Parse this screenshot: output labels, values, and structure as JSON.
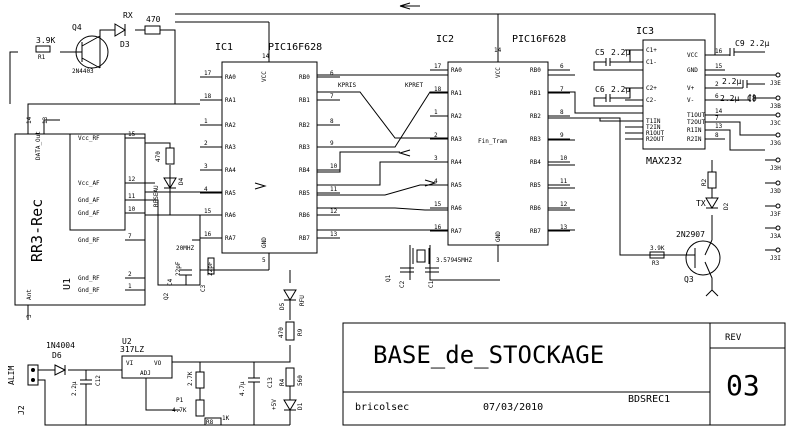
{
  "ic1": {
    "ref": "IC1",
    "part": "PIC16F628",
    "left": [
      [
        "17",
        "RA0"
      ],
      [
        "18",
        "RA1"
      ],
      [
        "1",
        "RA2"
      ],
      [
        "2",
        "RA3"
      ],
      [
        "3",
        "RA4"
      ],
      [
        "4",
        "RA5"
      ],
      [
        "15",
        "RA6"
      ],
      [
        "16",
        "RA7"
      ]
    ],
    "right": [
      [
        "6",
        "RB0"
      ],
      [
        "7",
        "RB1"
      ],
      [
        "8",
        "RB2"
      ],
      [
        "9",
        "RB3"
      ],
      [
        "10",
        "RB4"
      ],
      [
        "11",
        "RB5"
      ],
      [
        "12",
        "RB6"
      ],
      [
        "13",
        "RB7"
      ]
    ],
    "vcc": "VCC",
    "vcc_pin": "14",
    "gnd": "GND",
    "gnd_pin": "5"
  },
  "ic2": {
    "ref": "IC2",
    "part": "PIC16F628",
    "left": [
      [
        "17",
        "RA0"
      ],
      [
        "18",
        "RA1"
      ],
      [
        "1",
        "RA2"
      ],
      [
        "2",
        "RA3"
      ],
      [
        "3",
        "RA4"
      ],
      [
        "4",
        "RA5"
      ],
      [
        "15",
        "RA6"
      ],
      [
        "16",
        "RA7"
      ]
    ],
    "right": [
      [
        "6",
        "RB0"
      ],
      [
        "7",
        "RB1"
      ],
      [
        "8",
        "RB2"
      ],
      [
        "9",
        "RB3"
      ],
      [
        "10",
        "RB4"
      ],
      [
        "11",
        "RB5"
      ],
      [
        "12",
        "RB6"
      ],
      [
        "13",
        "RB7"
      ]
    ],
    "vcc": "VCC",
    "vcc_pin": "14",
    "gnd": "GND"
  },
  "ic3": {
    "ref": "IC3",
    "part": "MAX232",
    "left": [
      "C1+",
      "C1-",
      "C2+",
      "C2-",
      "T1IN",
      "T2IN",
      "R1OUT",
      "R2OUT"
    ],
    "right": [
      [
        "16",
        "VCC"
      ],
      [
        "15",
        "GND"
      ],
      [
        "2",
        "V+"
      ],
      [
        "6",
        "V-"
      ],
      [
        "14",
        "T1OUT"
      ],
      [
        "7",
        "T2OUT"
      ],
      [
        "13",
        "R1IN"
      ],
      [
        "8",
        "R2IN"
      ]
    ],
    "left_pins": [
      "11",
      "10",
      "12",
      "9"
    ]
  },
  "rr3": {
    "name": "RR3-Rec",
    "ref": "U1",
    "data_out": "DATA_Out",
    "pins": [
      [
        "15",
        "Vcc_RF"
      ],
      [
        "12",
        "Vcc_AF"
      ],
      [
        "11",
        "Gnd_AF"
      ],
      [
        "10",
        "Gnd_AF"
      ],
      [
        "7",
        "Gnd_RF"
      ],
      [
        "2",
        "Gnd_RF"
      ],
      [
        "1",
        "Gnd_RF"
      ]
    ],
    "ant": "Ant",
    "ant_pin": "3",
    "pin14": "14",
    "pin13": "13"
  },
  "net_labels": {
    "kpris": "KPRIS",
    "kpret": "KPRET",
    "fin_tram": "Fin_Tram"
  },
  "parts": {
    "q4": "Q4",
    "q4_part": "2N4403",
    "q3": "Q3",
    "q3_part": "2N2907",
    "r1": "R1",
    "r1_val": "3.9K",
    "r3": "R3",
    "r3_val": "3.9K",
    "rx": "RX",
    "d3": "D3",
    "r_top": "470",
    "r_470_mid": "470",
    "d4": "D4",
    "reseau": "RESEAU",
    "c4": "C4",
    "c4_val": "22pF",
    "c3": "C3",
    "c3_val": "22pF",
    "xtal1": "20MHZ",
    "q1": "Q1",
    "xtal2": "3.57945MHZ",
    "c2": "C2",
    "c1": "C1",
    "q2": "Q2",
    "c5": "C5",
    "c5_val": "2.2µ",
    "c6": "C6",
    "c6_val": "2.2µ",
    "c9": "C9",
    "c9_val": "2.2µ",
    "c7_val": "2.2µ",
    "c8_val": "2.2µ",
    "c8": "C8",
    "r2": "R2",
    "tx": "TX",
    "d2": "D2",
    "d5": "D5",
    "rfu": "RFU",
    "r9": "R9",
    "r9_val": "470",
    "r4": "R4",
    "r4_val": "560",
    "d1": "D1",
    "plus5v": "+5V",
    "d6": "D6",
    "d6_part": "1N4004",
    "u2": "U2",
    "u2_part": "317LZ",
    "vi": "VI",
    "vo": "VO",
    "adj": "ADJ",
    "c12": "C12",
    "c12_val": "2.2µ",
    "r7_val": "2.7K",
    "p1": "P1",
    "p1_val": "4.7K",
    "r8": "R8",
    "r8_val": "1K",
    "c13": "C13",
    "c13_val": "4.7µ",
    "alim": "ALIM",
    "j2": "J2"
  },
  "connectors": [
    "J3E",
    "J3B",
    "J3C",
    "J3G",
    "J3H",
    "J3D",
    "J3F",
    "J3A",
    "J3I"
  ],
  "title_block": {
    "title": "BASE_de_STOCKAGE",
    "rev_label": "REV",
    "rev": "03",
    "author": "bricolsec",
    "date": "07/03/2010",
    "doc": "BDSREC1"
  }
}
